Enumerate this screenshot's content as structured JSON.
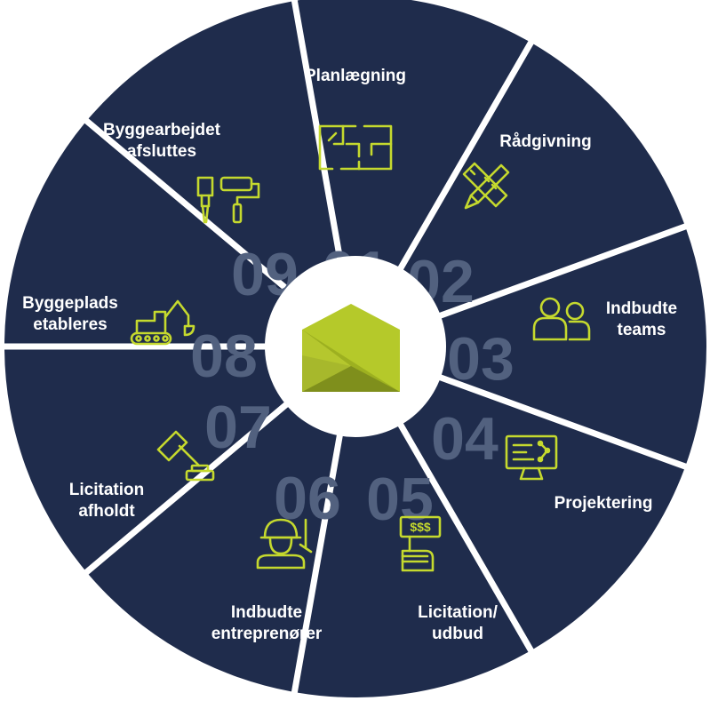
{
  "segments": [
    {
      "id": "01",
      "label": [
        "Planlægning"
      ],
      "icon": "floor-plan-icon"
    },
    {
      "id": "02",
      "label": [
        "Rådgivning"
      ],
      "icon": "pencil-ruler-icon"
    },
    {
      "id": "03",
      "label": [
        "Indbudte",
        "teams"
      ],
      "icon": "people-icon"
    },
    {
      "id": "04",
      "label": [
        "Projektering"
      ],
      "icon": "computer-monitor-icon"
    },
    {
      "id": "05",
      "label": [
        "Licitation/",
        "udbud"
      ],
      "icon": "bid-sign-icon"
    },
    {
      "id": "06",
      "label": [
        "Indbudte",
        "entreprenører"
      ],
      "icon": "construction-worker-icon"
    },
    {
      "id": "07",
      "label": [
        "Licitation",
        "afholdt"
      ],
      "icon": "gavel-icon"
    },
    {
      "id": "08",
      "label": [
        "Byggeplads",
        "etableres"
      ],
      "icon": "excavator-icon"
    },
    {
      "id": "09",
      "label": [
        "Byggearbejdet",
        "afsluttes"
      ],
      "icon": "paint-brush-roller-icon"
    }
  ],
  "colors": {
    "segment": "#1f2c4c",
    "accent": "#c5d92e",
    "number": "#52617f",
    "separator": "#ffffff",
    "logo_top": "#b5c92a",
    "logo_bottom": "#8a9a1e"
  },
  "center_logo": "envelope-logo-icon"
}
